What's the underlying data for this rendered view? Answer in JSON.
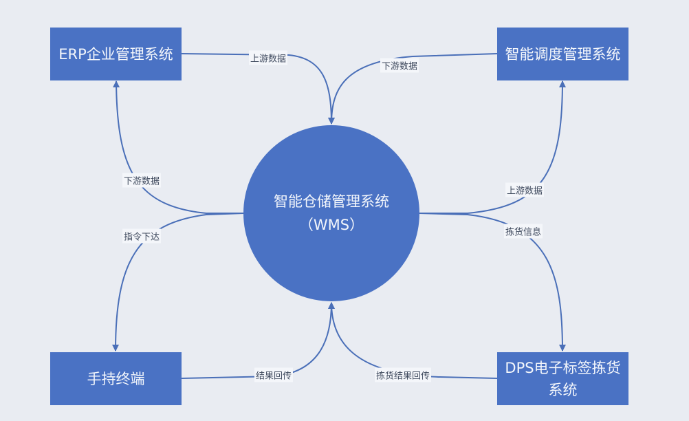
{
  "nodes": {
    "center": {
      "title": "智能仓储管理系统",
      "subtitle": "（WMS）"
    },
    "erp": "ERP企业管理系统",
    "dispatch": "智能调度管理系统",
    "handheld": "手持终端",
    "dps": "DPS电子标签拣货系统"
  },
  "edges": {
    "erp_to_wms": "上游数据",
    "dispatch_to_wms": "下游数据",
    "wms_to_erp": "下游数据",
    "wms_to_handheld": "指令下达",
    "wms_to_dispatch": "上游数据",
    "wms_to_dps": "拣货信息",
    "handheld_to_wms": "结果回传",
    "dps_to_wms": "拣货结果回传"
  },
  "colors": {
    "node": "#4a72c4",
    "edge": "#4a6fb8",
    "background": "#e9ecf2"
  }
}
